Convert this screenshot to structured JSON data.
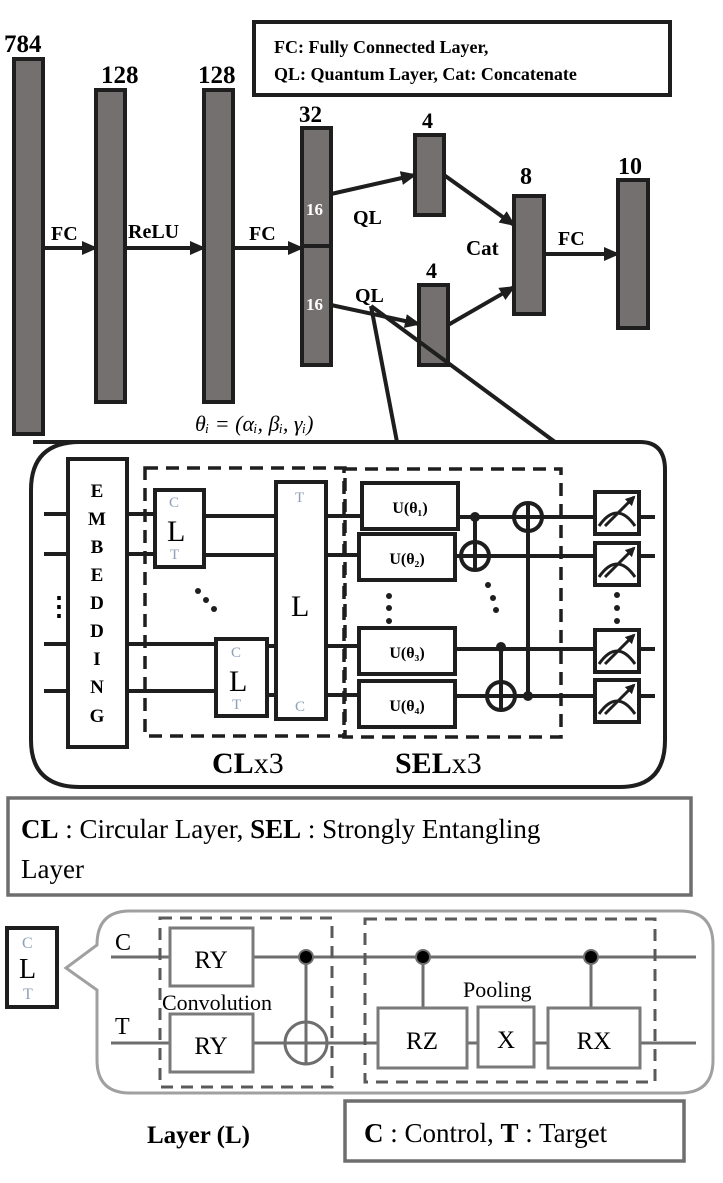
{
  "legend_top": {
    "line1": "FC: Fully Connected Layer,",
    "line2": "QL: Quantum Layer, Cat: Concatenate"
  },
  "network": {
    "layers": [
      {
        "size": "784"
      },
      {
        "size": "128"
      },
      {
        "size": "128"
      },
      {
        "size": "32",
        "split": [
          "16",
          "16"
        ]
      },
      {
        "size": "4"
      },
      {
        "size": "4"
      },
      {
        "size": "8"
      },
      {
        "size": "10"
      }
    ],
    "edges": {
      "fc1": "FC",
      "relu": "ReLU",
      "fc2": "FC",
      "ql_top": "QL",
      "ql_bottom": "QL",
      "cat": "Cat",
      "fc3": "FC"
    },
    "theta_formula": "θᵢ = (αᵢ, βᵢ, γᵢ)"
  },
  "circuit": {
    "embedding_letters": [
      "E",
      "M",
      "B",
      "E",
      "D",
      "D",
      "I",
      "N",
      "G"
    ],
    "cl_block": {
      "label_bold": "CL",
      "label_rest": "x3",
      "layer_label": "L",
      "control": "C",
      "target": "T"
    },
    "sel_block": {
      "label_bold": "SEL",
      "label_rest": "x3",
      "gates": [
        "U(θ₁)",
        "U(θ₂)",
        "U(θ₃)",
        "U(θ₄)"
      ]
    },
    "ellipsis": "⋮"
  },
  "legend_middle": {
    "cl_bold": "CL",
    "cl_text": " : Circular Layer, ",
    "sel_bold": "SEL",
    "sel_text": " : Strongly Entangling",
    "line2": "Layer"
  },
  "layer_detail": {
    "icon": {
      "control": "C",
      "label": "L",
      "target": "T"
    },
    "wire_control": "C",
    "wire_target": "T",
    "convolution_label": "Convolution",
    "pooling_label": "Pooling",
    "gates": {
      "ry_top": "RY",
      "ry_bottom": "RY",
      "rz": "RZ",
      "x": "X",
      "rx": "RX"
    },
    "caption": "Layer (L)"
  },
  "legend_bottom": {
    "c_bold": "C",
    "c_text": " : Control, ",
    "t_bold": "T",
    "t_text": " : Target"
  }
}
